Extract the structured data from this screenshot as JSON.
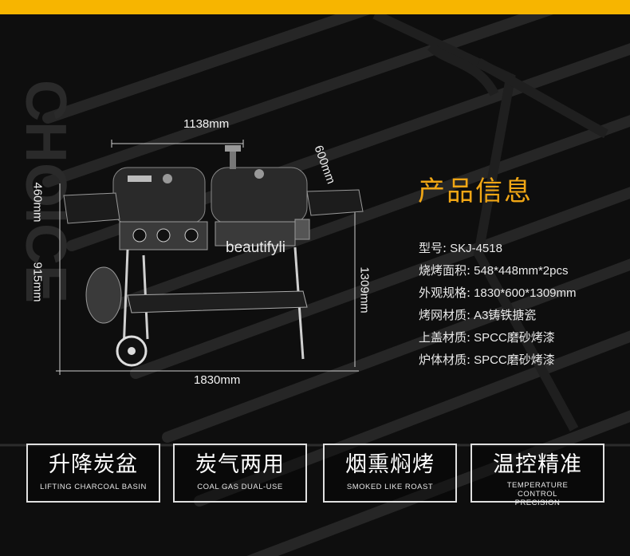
{
  "dimensions": {
    "width_top": "1138mm",
    "depth": "600mm",
    "side_height": "460mm",
    "leg_height": "915mm",
    "total_height": "1309mm",
    "total_width": "1830mm"
  },
  "info": {
    "title": "产品信息",
    "specs": [
      {
        "key": "型号:",
        "value": "SKJ-4518"
      },
      {
        "key": "烧烤面积:",
        "value": "548*448mm*2pcs"
      },
      {
        "key": "外观规格:",
        "value": "1830*600*1309mm"
      },
      {
        "key": "烤网材质:",
        "value": "A3铸铁搪瓷"
      },
      {
        "key": "上盖材质:",
        "value": "SPCC磨砂烤漆"
      },
      {
        "key": "炉体材质:",
        "value": "SPCC磨砂烤漆"
      }
    ]
  },
  "watermark_text": "beautifyli",
  "watermark_bg": "CHOICE",
  "features": [
    {
      "title": "升降炭盆",
      "subtitle": "LIFTING CHARCOAL BASIN"
    },
    {
      "title": "炭气两用",
      "subtitle": "COAL GAS DUAL-USE"
    },
    {
      "title": "烟熏焖烤",
      "subtitle": "SMOKED LIKE ROAST"
    },
    {
      "title": "温控精准",
      "subtitle": "TEMPERATURE CONTROL PRECISION"
    }
  ],
  "colors": {
    "accent": "#f7b500",
    "title": "#f0a615",
    "background": "#0e0e0e"
  }
}
